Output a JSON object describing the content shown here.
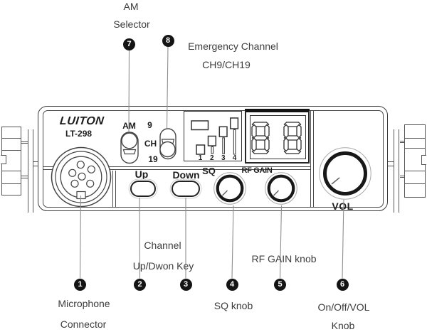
{
  "colors": {
    "line_art": "#3a3a3a",
    "leader_line": "#8f8f8f",
    "callout_bg": "#141414",
    "callout_fg": "#ffffff",
    "knob_ring": "#181818"
  },
  "callouts": {
    "c1": "1",
    "c2": "2",
    "c3": "3",
    "c4": "4",
    "c5": "5",
    "c6": "6",
    "c7": "7",
    "c8": "8"
  },
  "labels": {
    "am_line1": "AM",
    "am_line2": "Selector",
    "emergency_line1": "Emergency Channel",
    "emergency_line2": "CH9/CH19",
    "channel_line1": "Channel",
    "channel_line2": "Up/Dwon Key",
    "mic_line1": "Microphone",
    "mic_line2": "Connector",
    "sq_knob": "SQ knob",
    "rf_gain_knob": "RF GAIN knob",
    "vol_line1": "On/Off/VOL",
    "vol_line2": "Knob"
  },
  "panel": {
    "brand": "LUITON",
    "model": "LT-298",
    "am_switch": "AM",
    "ch9": "9",
    "ch": "CH",
    "ch19": "19",
    "up": "Up",
    "down": "Down",
    "sq": "SQ",
    "rf_gain": "RF GAIN",
    "vol": "VOL",
    "meter_t1": "1",
    "meter_t2": "2",
    "meter_t3": "3",
    "meter_t4": "4",
    "display_digits": "88"
  }
}
